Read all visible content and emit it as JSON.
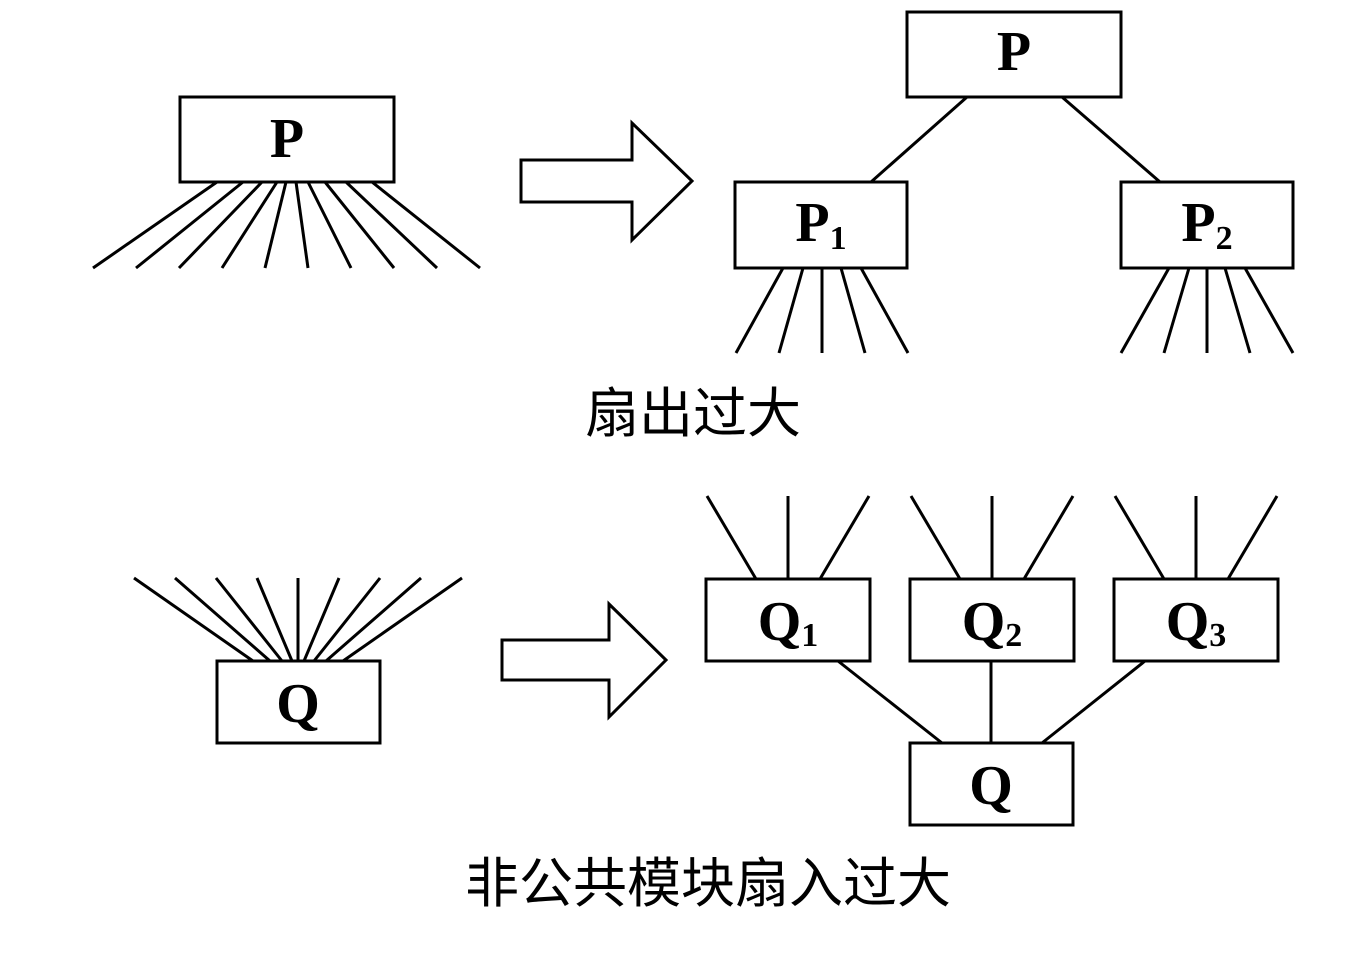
{
  "colors": {
    "stroke": "#000000",
    "background": "#ffffff"
  },
  "fan_out": {
    "caption": "扇出过大",
    "before": {
      "module": "P"
    },
    "after": {
      "top": "P",
      "children": [
        {
          "base": "P",
          "sub": "1"
        },
        {
          "base": "P",
          "sub": "2"
        }
      ]
    }
  },
  "fan_in": {
    "caption": "非公共模块扇入过大",
    "before": {
      "module": "Q"
    },
    "after": {
      "bottom": "Q",
      "parents": [
        {
          "base": "Q",
          "sub": "1"
        },
        {
          "base": "Q",
          "sub": "2"
        },
        {
          "base": "Q",
          "sub": "3"
        }
      ]
    }
  }
}
